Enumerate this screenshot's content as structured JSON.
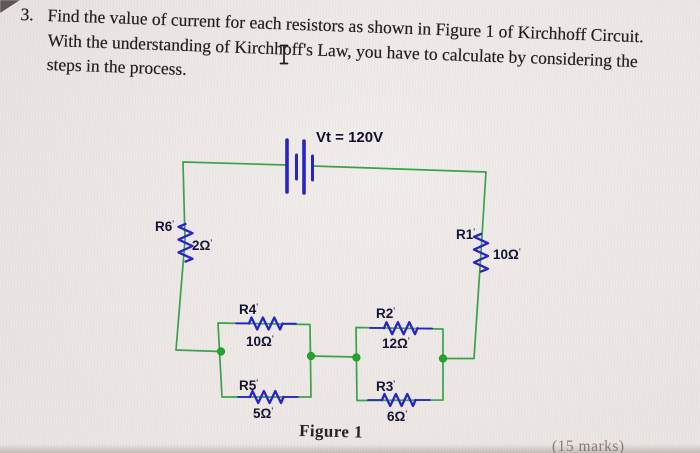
{
  "problem": {
    "number": "3.",
    "lines": [
      "Find the value of current for each resistors as shown in Figure 1 of Kirchhoff Circuit.",
      "With the understanding of Kirchhoff's Law, you have to calculate by considering the",
      "steps in the process."
    ]
  },
  "circuit": {
    "source_label": "Vt = 120V",
    "tick": "ʹ",
    "resistors": {
      "R6": {
        "id": "R6",
        "value": "2Ω"
      },
      "R1": {
        "id": "R1",
        "value": "10Ω"
      },
      "R4": {
        "id": "R4",
        "value": "10Ω"
      },
      "R5": {
        "id": "R5",
        "value": "5Ω"
      },
      "R2": {
        "id": "R2",
        "value": "12Ω"
      },
      "R3": {
        "id": "R3",
        "value": "6Ω"
      }
    },
    "caption": "Figure 1"
  },
  "cursor": {
    "type": "i-beam text cursor"
  },
  "footer": {
    "marks_partial": "(15 marks)"
  },
  "colors": {
    "page_bg": "#eae4e2",
    "wire_green": "#3ca24a",
    "junction_green": "#23a52c",
    "component_blue": "#2823c4",
    "label_ink": "#141432",
    "body_text": "#241e1e"
  }
}
